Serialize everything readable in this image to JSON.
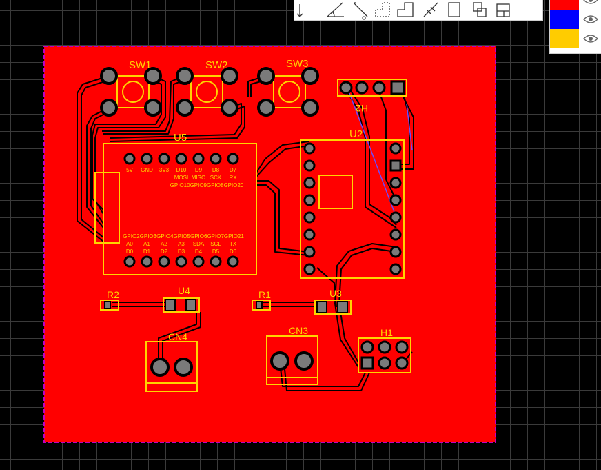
{
  "pcb": {
    "colors": {
      "top_copper": "#ff0000",
      "silkscreen": "#ffd400",
      "outline": "#c000c0",
      "trace": "#000000",
      "ratsnest": "#6a4cff"
    },
    "designators": {
      "sw1": "SW1",
      "sw2": "SW2",
      "sw3": "SW3",
      "u5": "U5",
      "u2": "U2",
      "h2": "H2",
      "r2": "R2",
      "u4": "U4",
      "r1": "R1",
      "u3": "U3",
      "cn4": "CN4",
      "cn3": "CN3",
      "h1": "H1"
    },
    "u5_top_pins": [
      "5V",
      "GND",
      "3V3",
      "D10",
      "D9",
      "D8",
      "D7"
    ],
    "u5_top_row2": [
      "MOSI",
      "MISO",
      "SCK",
      "RX"
    ],
    "u5_top_row3": "GPIO10GPIO9GPIO8GPIO20",
    "u5_bottom_row1": "GPIO2GPIO3GPIO4GPIO5GPIO6GPIO7GPIO21",
    "u5_bottom_row2": [
      "A0",
      "A1",
      "A2",
      "A3",
      "SDA",
      "SCL",
      "TX"
    ],
    "u5_bottom_row3": [
      "D0",
      "D1",
      "D2",
      "D3",
      "D4",
      "D5",
      "D6"
    ]
  },
  "toolbar": {
    "tools": [
      "route-tool",
      "angle-tool",
      "measure-tool",
      "polygon-tool",
      "rectangle-tool",
      "via-tool",
      "box-tool",
      "component-tool",
      "pad-tool"
    ]
  },
  "layers": {
    "rows": [
      {
        "name": "top-layer",
        "color": "#ff0000",
        "visible": true
      },
      {
        "name": "bottom-layer",
        "color": "#0000ff",
        "visible": true
      },
      {
        "name": "silkscreen-layer",
        "color": "#ffcc00",
        "visible": true
      }
    ]
  }
}
